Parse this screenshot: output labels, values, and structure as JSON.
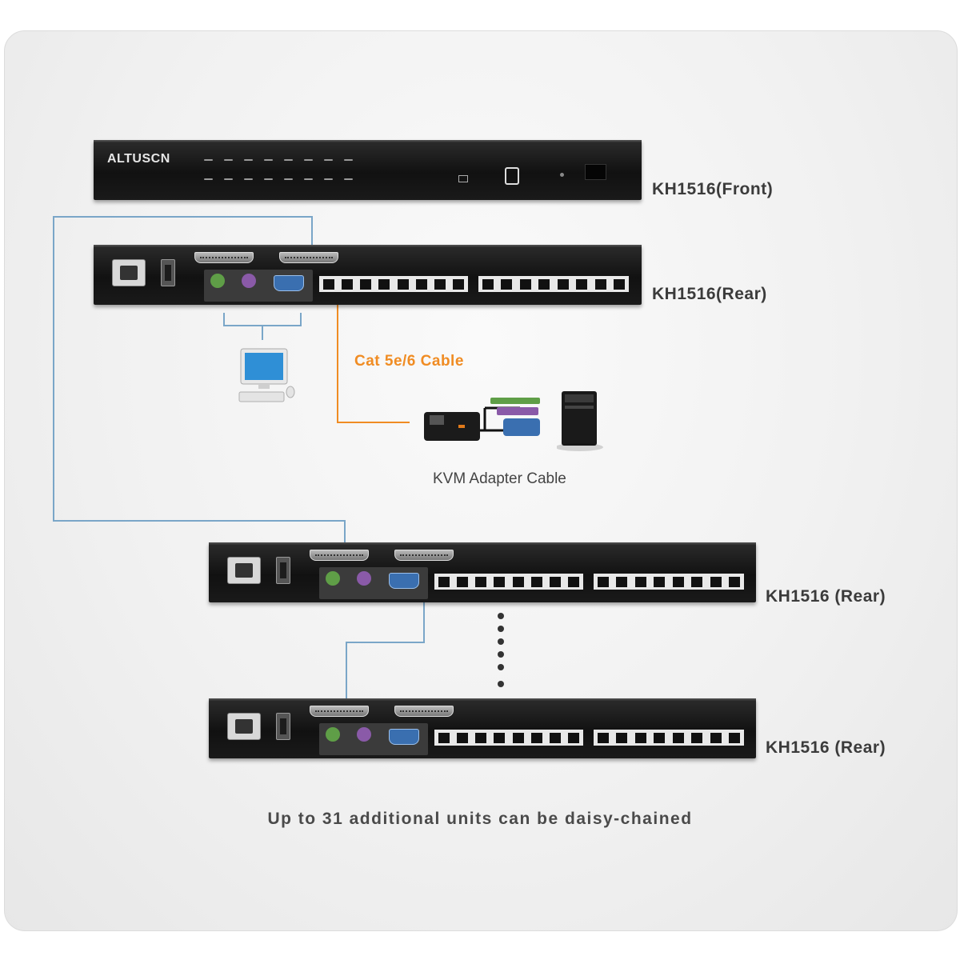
{
  "colors": {
    "blue_cable": "#7aa6c8",
    "orange_cable": "#f08c23",
    "cat_label": "#f08c23",
    "label_text": "#3b3b3b",
    "port_green": "#5f9e47",
    "port_purple": "#8a5aa8",
    "vga_blue": "#3a6fb0"
  },
  "front_unit": {
    "brand": "ALTUSCN",
    "label": "KH1516(Front)"
  },
  "rear_unit_1": {
    "label": "KH1516(Rear)"
  },
  "cable_label": "Cat 5e/6 Cable",
  "adapter_label": "KVM Adapter Cable",
  "chain_unit_1": {
    "label": "KH1516 (Rear)"
  },
  "chain_unit_2": {
    "label": "KH1516 (Rear)"
  },
  "footer_note": "Up to 31 additional units can be daisy-chained"
}
